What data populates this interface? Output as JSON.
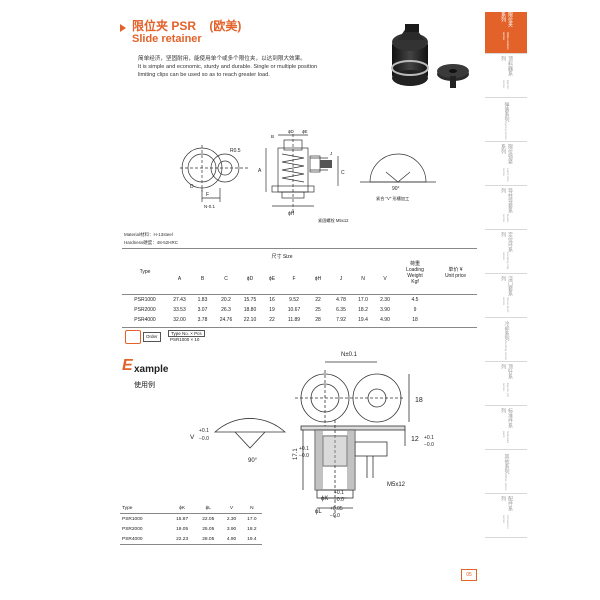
{
  "header": {
    "title_cn": "限位夹 PSR",
    "title_tag": "(欧美)",
    "title_en": "Slide retainer",
    "desc_cn": "简单经济，坚固耐用，能使用单个或多个限位夹，以达到限大效果。",
    "desc_en_1": "It is simple and economic, sturdy and durable. Single or multiple position",
    "desc_en_2": "limiting clips can be used so as to reach greater load."
  },
  "drawing_labels": {
    "r_label": "R0.5",
    "d_label": "D",
    "f_label": "F",
    "n_label": "N-0.1",
    "a_label": "A",
    "b_label": "B",
    "d_dia": "ϕD",
    "e_dia": "ϕE",
    "c_label": "C",
    "h_dia": "ϕH",
    "j_label": "J",
    "thread_note": "紧固螺栓 M5x12",
    "angle": "90°",
    "v_note": "紧合 \"V\" 形槽加工"
  },
  "material": {
    "material": "Material材料：H-13steel",
    "hardness": "Hardness硬度：48-52HRC"
  },
  "spec_table": {
    "col_type": "Type",
    "col_size": "尺寸 Size",
    "cols": [
      "A",
      "B",
      "C",
      "ϕD",
      "ϕE",
      "F",
      "ϕH",
      "J",
      "N",
      "V"
    ],
    "col_load_cn": "荷重",
    "col_load_en1": "Loading",
    "col_load_en2": "Weight",
    "col_load_en3": "Kgf",
    "col_price_cn": "单价 ¥",
    "col_price_en": "Unit price",
    "rows": [
      {
        "type": "PSR1000",
        "vals": [
          "27.43",
          "1.83",
          "20.2",
          "15.75",
          "16",
          "9.52",
          "22",
          "4.78",
          "17.0",
          "2.30"
        ],
        "load": "4.5",
        "price": ""
      },
      {
        "type": "PSR2000",
        "vals": [
          "33.53",
          "3.07",
          "26.3",
          "18.80",
          "19",
          "10.67",
          "25",
          "6.35",
          "18.2",
          "3.90"
        ],
        "load": "9",
        "price": ""
      },
      {
        "type": "PSR4000",
        "vals": [
          "32.00",
          "3.78",
          "24.76",
          "22.10",
          "22",
          "11.89",
          "28",
          "7.92",
          "19.4",
          "4.90"
        ],
        "load": "18",
        "price": ""
      }
    ]
  },
  "order": {
    "label": "Order",
    "head": "Type No. × Pcs",
    "example": "PSR1000  ×  10"
  },
  "example": {
    "big_letter": "E",
    "rest": "xample",
    "cn": "使用例",
    "n_dim": "N±0.1",
    "h18": "18",
    "v_dim": "V",
    "v_tol_up": "+0.1",
    "v_tol_dn": "−0.0",
    "angle": "90°",
    "d171": "17.1",
    "d171_up": "+0.1",
    "d171_dn": "−0.0",
    "d12": "12",
    "d12_up": "+0.1",
    "d12_dn": "−0.0",
    "thread": "M5x12",
    "k_dia": "ϕK",
    "k_up": "+0.1",
    "k_dn": "−0.0",
    "l_dia": "ϕL",
    "l_up": "+0.05",
    "l_dn": "−0.0"
  },
  "small_table": {
    "cols": [
      "Type",
      "ϕK",
      "ϕL",
      "V",
      "N"
    ],
    "rows": [
      [
        "PSR1000",
        "15.87",
        "22.05",
        "2.30",
        "17.0"
      ],
      [
        "PSR2000",
        "19.05",
        "25.05",
        "3.90",
        "18.2"
      ],
      [
        "PSR4000",
        "22.23",
        "28.05",
        "4.90",
        "19.4"
      ]
    ]
  },
  "sidebar": {
    "items": [
      {
        "cn": "限位夹系列",
        "en": "Slide retainer series"
      },
      {
        "cn": "顶料器系列",
        "en": "Ejector series"
      },
      {
        "cn": "弹簧系列",
        "en": "Spring series"
      },
      {
        "cn": "限位锁紧系列",
        "en": "Latch lock series"
      },
      {
        "cn": "导柱导套系列",
        "en": "Guide series"
      },
      {
        "cn": "定位环系列",
        "en": "Locating ring series"
      },
      {
        "cn": "浇口套系列",
        "en": "Sprue bush series"
      },
      {
        "cn": "冷却系列",
        "en": "Cooling series"
      },
      {
        "cn": "顶针系列",
        "en": "Ejector pin series"
      },
      {
        "cn": "标准件系列",
        "en": "Standard parts"
      },
      {
        "cn": "其他系列",
        "en": "Other series"
      },
      {
        "cn": "配件系列",
        "en": "Accessory series"
      }
    ],
    "page": "05"
  },
  "colors": {
    "accent": "#e2622a",
    "rule": "#888888"
  }
}
